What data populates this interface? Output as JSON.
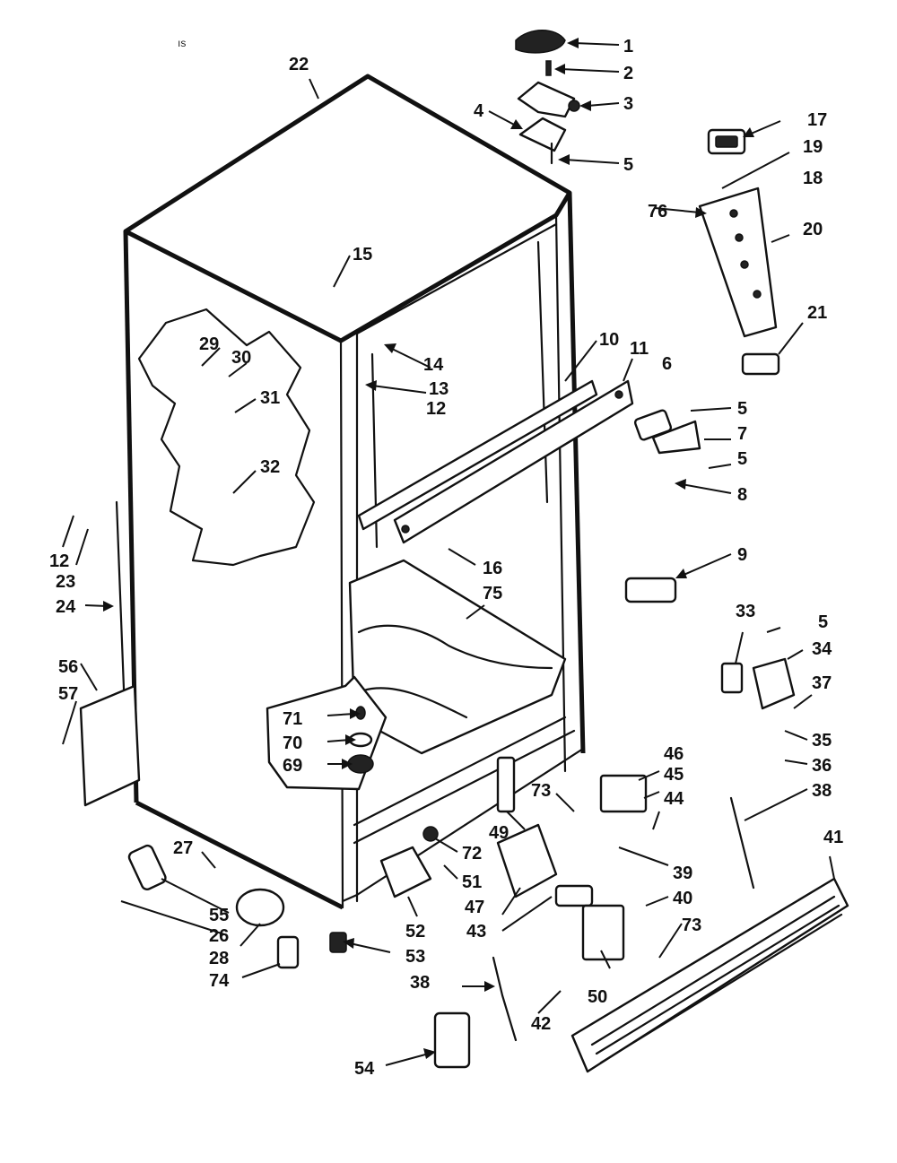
{
  "diagram": {
    "corner_mark": "ıs",
    "labels": [
      {
        "key": "1",
        "text": "1"
      },
      {
        "key": "2",
        "text": "2"
      },
      {
        "key": "3",
        "text": "3"
      },
      {
        "key": "4",
        "text": "4"
      },
      {
        "key": "5a",
        "text": "5"
      },
      {
        "key": "5b",
        "text": "5"
      },
      {
        "key": "5c",
        "text": "5"
      },
      {
        "key": "5d",
        "text": "5"
      },
      {
        "key": "6",
        "text": "6"
      },
      {
        "key": "7",
        "text": "7"
      },
      {
        "key": "8",
        "text": "8"
      },
      {
        "key": "9",
        "text": "9"
      },
      {
        "key": "10",
        "text": "10"
      },
      {
        "key": "11",
        "text": "11"
      },
      {
        "key": "12a",
        "text": "12"
      },
      {
        "key": "12b",
        "text": "12"
      },
      {
        "key": "13",
        "text": "13"
      },
      {
        "key": "14",
        "text": "14"
      },
      {
        "key": "15",
        "text": "15"
      },
      {
        "key": "16",
        "text": "16"
      },
      {
        "key": "17",
        "text": "17"
      },
      {
        "key": "18",
        "text": "18"
      },
      {
        "key": "19",
        "text": "19"
      },
      {
        "key": "20",
        "text": "20"
      },
      {
        "key": "21",
        "text": "21"
      },
      {
        "key": "22",
        "text": "22"
      },
      {
        "key": "23",
        "text": "23"
      },
      {
        "key": "24",
        "text": "24"
      },
      {
        "key": "26",
        "text": "26"
      },
      {
        "key": "27",
        "text": "27"
      },
      {
        "key": "28",
        "text": "28"
      },
      {
        "key": "29",
        "text": "29"
      },
      {
        "key": "30",
        "text": "30"
      },
      {
        "key": "31",
        "text": "31"
      },
      {
        "key": "32",
        "text": "32"
      },
      {
        "key": "33",
        "text": "33"
      },
      {
        "key": "34",
        "text": "34"
      },
      {
        "key": "35",
        "text": "35"
      },
      {
        "key": "36",
        "text": "36"
      },
      {
        "key": "37",
        "text": "37"
      },
      {
        "key": "38a",
        "text": "38"
      },
      {
        "key": "38b",
        "text": "38"
      },
      {
        "key": "39",
        "text": "39"
      },
      {
        "key": "40",
        "text": "40"
      },
      {
        "key": "41",
        "text": "41"
      },
      {
        "key": "42",
        "text": "42"
      },
      {
        "key": "43",
        "text": "43"
      },
      {
        "key": "44",
        "text": "44"
      },
      {
        "key": "45",
        "text": "45"
      },
      {
        "key": "46",
        "text": "46"
      },
      {
        "key": "47",
        "text": "47"
      },
      {
        "key": "49",
        "text": "49"
      },
      {
        "key": "50",
        "text": "50"
      },
      {
        "key": "51",
        "text": "51"
      },
      {
        "key": "52",
        "text": "52"
      },
      {
        "key": "53",
        "text": "53"
      },
      {
        "key": "54",
        "text": "54"
      },
      {
        "key": "55",
        "text": "55"
      },
      {
        "key": "56",
        "text": "56"
      },
      {
        "key": "57",
        "text": "57"
      },
      {
        "key": "69",
        "text": "69"
      },
      {
        "key": "70",
        "text": "70"
      },
      {
        "key": "71",
        "text": "71"
      },
      {
        "key": "72",
        "text": "72"
      },
      {
        "key": "73a",
        "text": "73"
      },
      {
        "key": "73b",
        "text": "73"
      },
      {
        "key": "74",
        "text": "74"
      },
      {
        "key": "75",
        "text": "75"
      },
      {
        "key": "76",
        "text": "76"
      }
    ]
  }
}
